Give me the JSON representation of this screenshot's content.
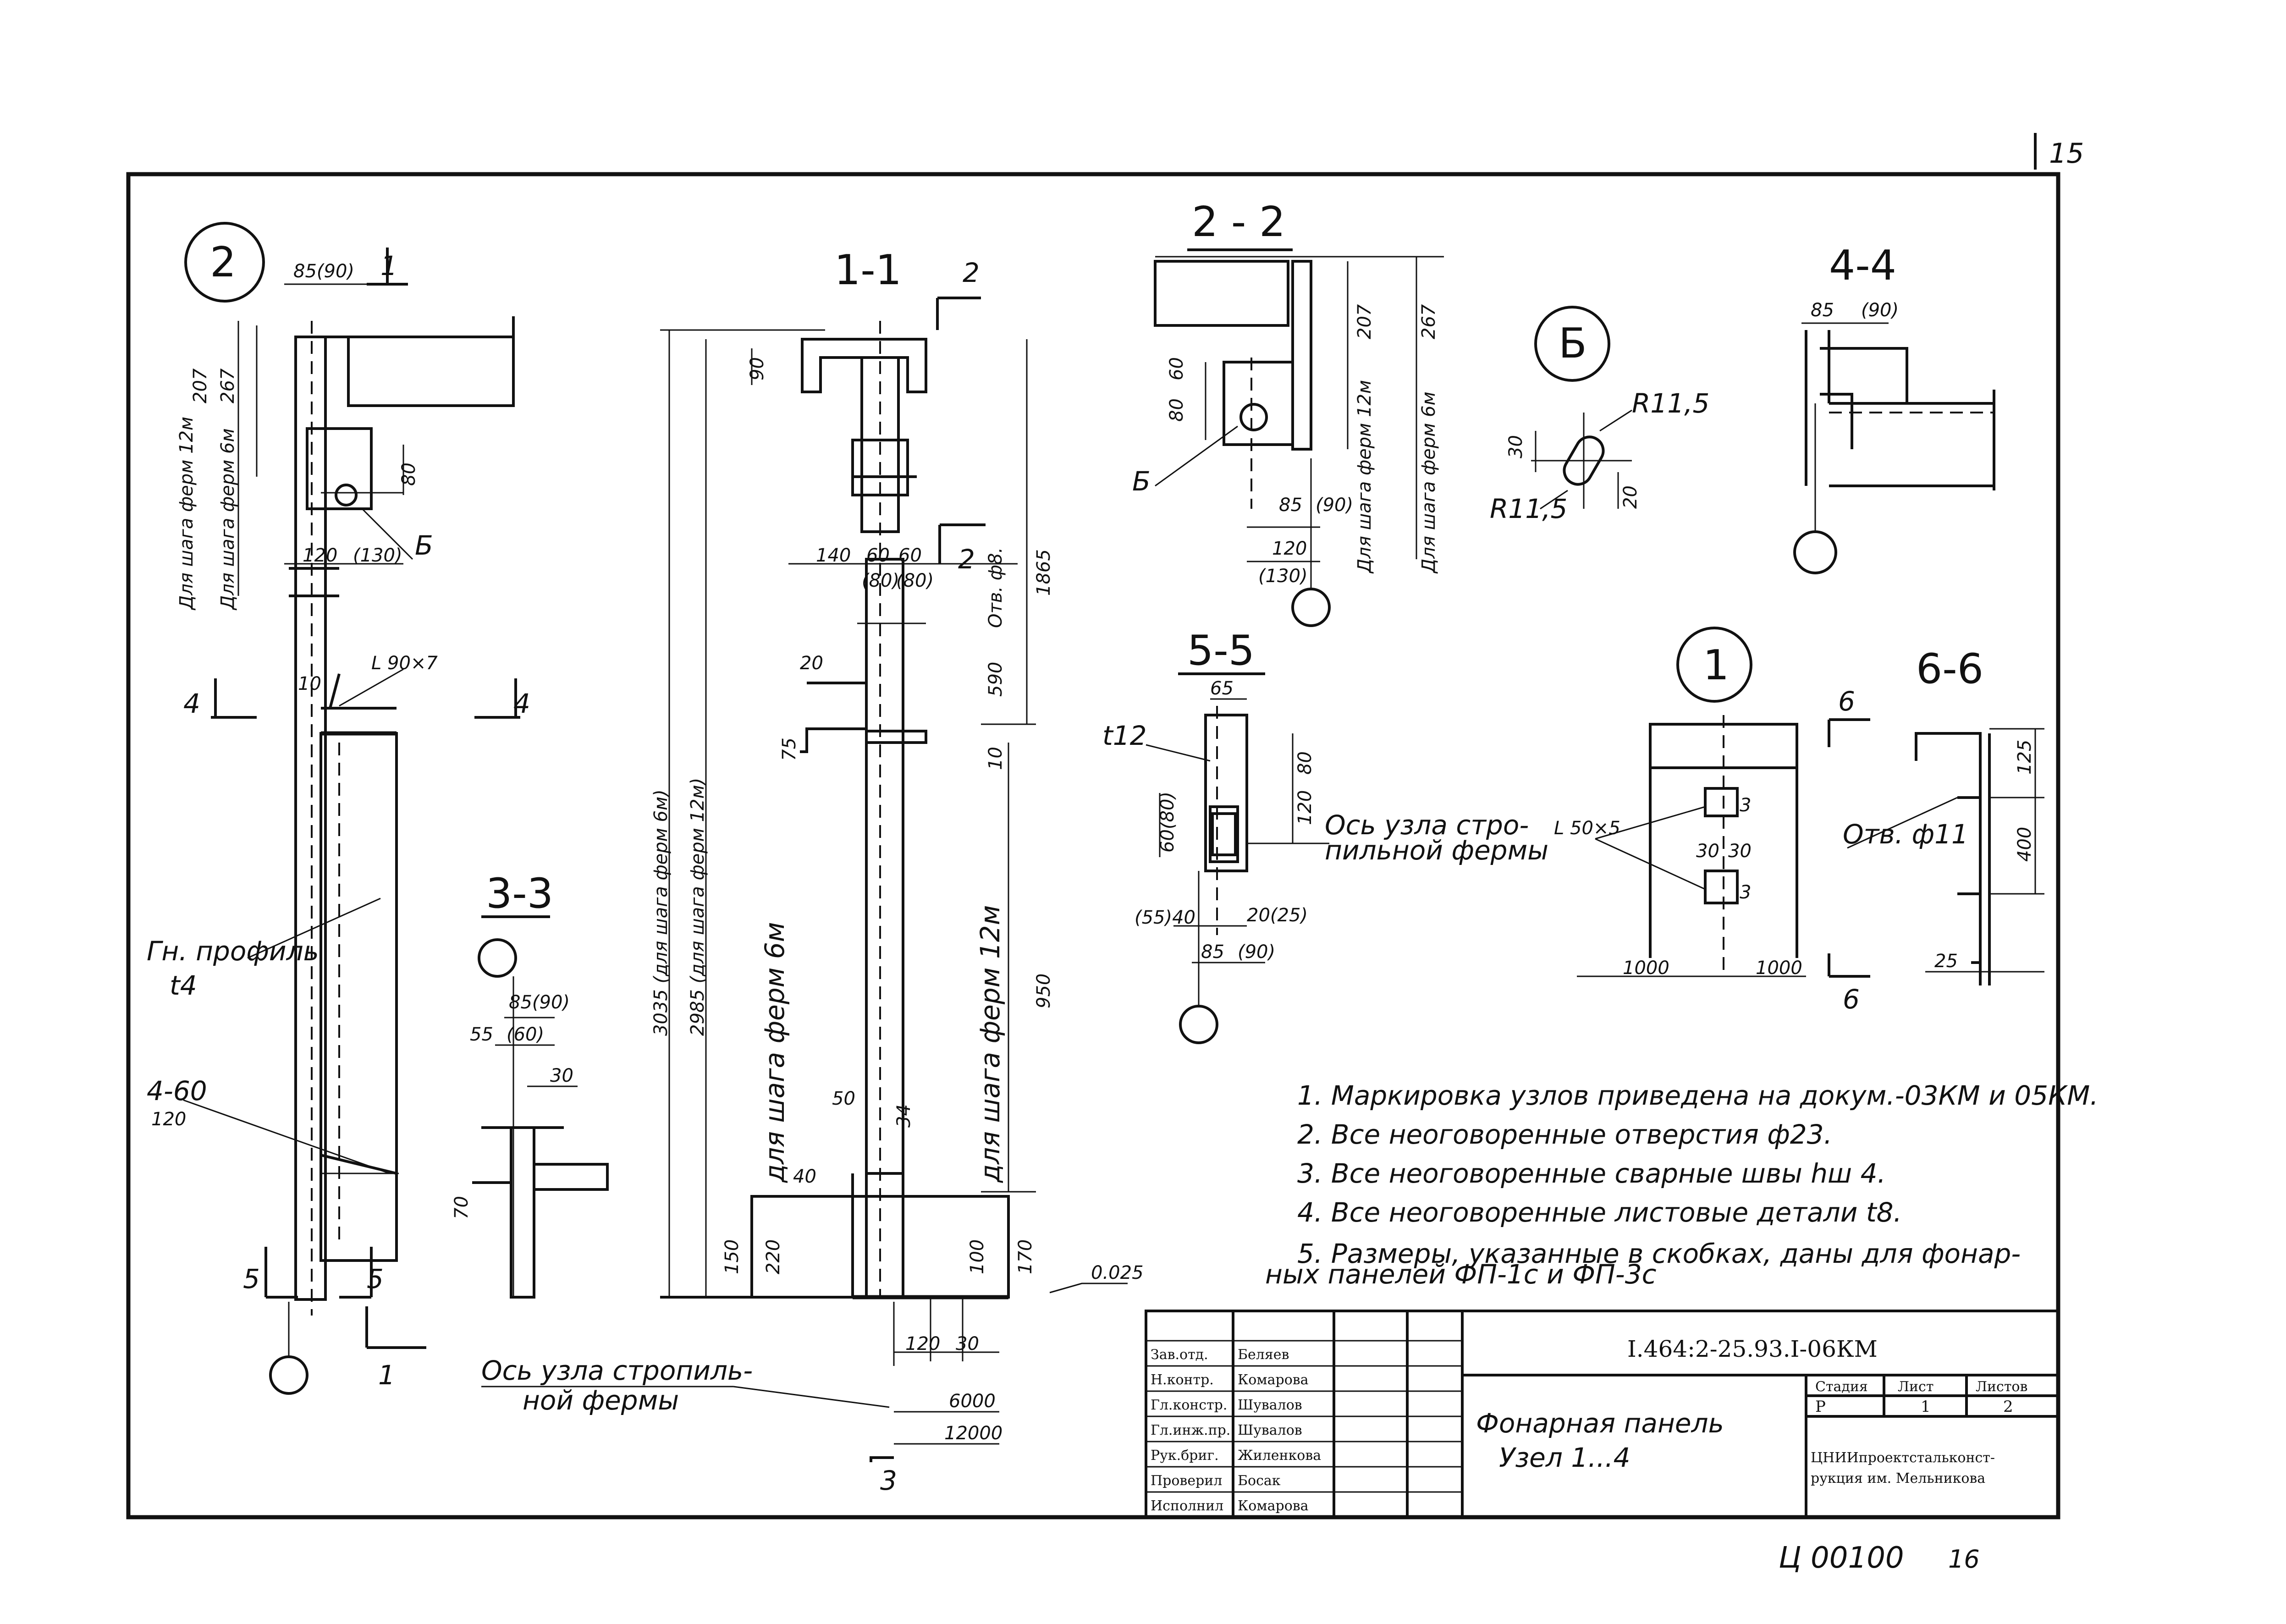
{
  "sheet": {
    "page_number": "15",
    "stamp": "Ц 00100",
    "stamp_suffix": "16"
  },
  "sections": {
    "node2": "2",
    "s11": "1-1",
    "s22": "2 - 2",
    "nodeB": "Б",
    "s44": "4-4",
    "s55": "5-5",
    "node1": "1",
    "s66": "6-6",
    "s33": "3-3"
  },
  "cut_marks": {
    "c1": "1",
    "c2": "2",
    "c3": "3",
    "c4": "4",
    "c5": "5",
    "c6": "6"
  },
  "node2_labels": {
    "d85": "85(90)",
    "d207": "207",
    "d267": "267",
    "step12": "Для шага ферм 12м",
    "step6": "Для шага ферм 6м",
    "d80": "80",
    "d120": "120",
    "d130": "(130)",
    "b": "Б",
    "d10": "10",
    "angle": "L 90×7",
    "profile": "Гн. профиль",
    "profile_t": "t4",
    "plate": "4-60",
    "plate_len": "120"
  },
  "s33_labels": {
    "d85": "85(90)",
    "d55": "55",
    "d60": "(60)",
    "d30": "30",
    "d70": "70"
  },
  "s11_labels": {
    "d90": "90",
    "d3035": "3035 (для шага ферм 6м)",
    "d2985": "2985 (для шага ферм 12м)",
    "d140": "140",
    "d60a": "60",
    "d60b": "60",
    "d80a": "(80)",
    "d80b": "(80)",
    "hole": "Отв. ф8.",
    "d1865": "1865",
    "d590": "590",
    "d20": "20",
    "d75": "75",
    "d10": "10",
    "step6": "для шага ферм 6м",
    "step12": "для шага ферм 12м",
    "d950": "950",
    "d50": "50",
    "d40": "40",
    "d34": "34",
    "d150": "150",
    "d220": "220",
    "d100": "100",
    "d170": "170",
    "d0025": "0.025",
    "d120b": "120",
    "d30": "30",
    "d6000": "6000",
    "d12000": "12000"
  },
  "s22_labels": {
    "d207": "207",
    "d267": "267",
    "d60": "60",
    "d80": "80",
    "b": "Б",
    "d85": "85",
    "d90": "(90)",
    "d120": "120",
    "d130": "(130)",
    "step12": "Для шага ферм 12м",
    "step6": "Для шага ферм 6м"
  },
  "nodeB_labels": {
    "r1": "R11,5",
    "r2": "R11,5",
    "d30": "30",
    "d20": "20"
  },
  "s44_labels": {
    "d85": "85",
    "d90": "(90)"
  },
  "s55_labels": {
    "d65": "65",
    "t12": "t12",
    "d80": "80",
    "d120": "120",
    "d60": "60(80)",
    "d55": "(55)40",
    "d20": "20(25)",
    "d85": "85",
    "d90": "(90)",
    "axis": "Ось узла стро-",
    "axis2": "пильной фермы"
  },
  "node1_labels": {
    "angle": "L 50×5",
    "d30a": "30",
    "d30b": "30",
    "d1000a": "1000",
    "d1000b": "1000",
    "d3a": "3",
    "d3b": "3"
  },
  "s66_labels": {
    "d125": "125",
    "d400": "400",
    "d25": "25",
    "hole": "Отв. ф11"
  },
  "axis_note": {
    "line1": "Ось узла стропиль-",
    "line2": "ной фермы"
  },
  "notes": [
    "1. Маркировка узлов приведена на докум.-03КМ и 05КМ.",
    "2. Все неоговоренные отверстия ф23.",
    "3. Все неоговоренные сварные швы hш 4.",
    "4. Все неоговоренные листовые детали t8.",
    "5. Размеры, указанные в скобках, даны для фонар-",
    "ных панелей ФП-1с и ФП-3с"
  ],
  "title_block": {
    "doc_code": "I.464:2-25.93.I-06КМ",
    "title_line1": "Фонарная панель",
    "title_line2": "Узел 1...4",
    "col_stage": "Стадия",
    "col_sheet": "Лист",
    "col_sheets": "Листов",
    "stage": "Р",
    "sheet": "1",
    "sheets": "2",
    "org_line1": "ЦНИИпроектстальконст-",
    "org_line2": "рукция им. Мельникова",
    "roles": [
      {
        "role": "Зав.отд.",
        "name": "Беляев"
      },
      {
        "role": "Н.контр.",
        "name": "Комарова"
      },
      {
        "role": "Гл.констр.",
        "name": "Шувалов"
      },
      {
        "role": "Гл.инж.пр.",
        "name": "Шувалов"
      },
      {
        "role": "Рук.бриг.",
        "name": "Жиленкова"
      },
      {
        "role": "Проверил",
        "name": "Босак"
      },
      {
        "role": "Исполнил",
        "name": "Комарова"
      }
    ]
  }
}
